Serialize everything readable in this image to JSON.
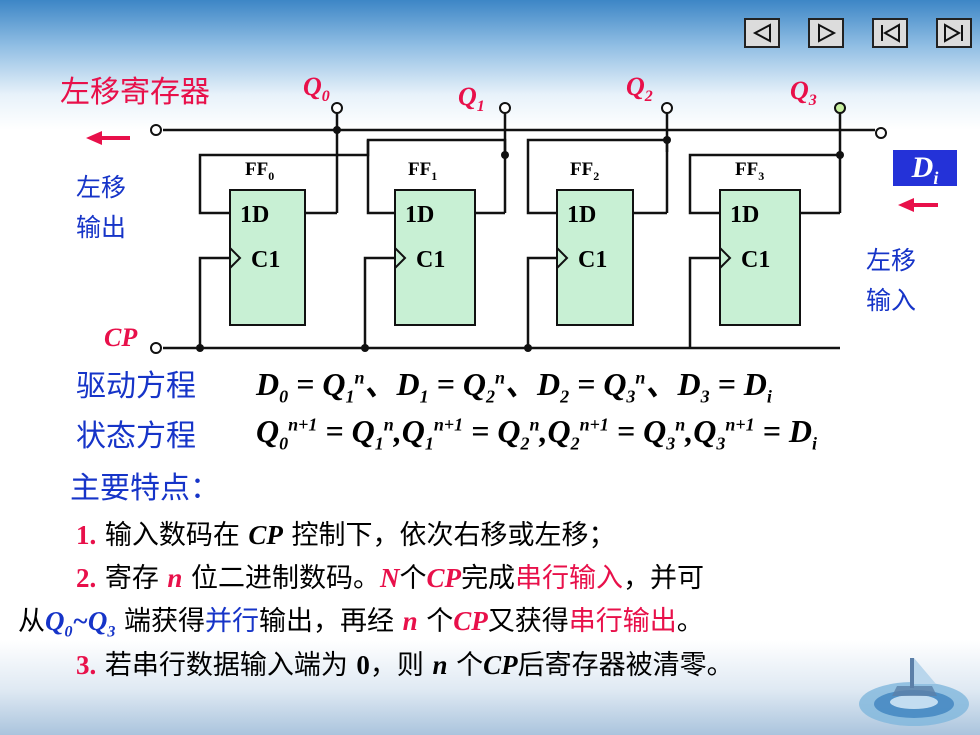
{
  "nav": {
    "prev_icon": "prev-triangle-icon",
    "next_icon": "next-triangle-icon",
    "first_icon": "first-page-icon",
    "last_icon": "last-page-icon"
  },
  "diagram": {
    "title": "左移寄存器",
    "outputs": [
      "Q",
      "Q",
      "Q",
      "Q"
    ],
    "output_subs": [
      "0",
      "1",
      "2",
      "3"
    ],
    "ff_labels": [
      "FF",
      "FF",
      "FF",
      "FF"
    ],
    "ff_subs": [
      "0",
      "1",
      "2",
      "3"
    ],
    "d_label": "1D",
    "c_label": "C1",
    "left_out_1": "左移",
    "left_out_2": "输出",
    "right_in_1": "左移",
    "right_in_2": "输入",
    "di": "D",
    "di_sub": "i",
    "cp": "CP"
  },
  "equations": {
    "drive_label": "驱动方程",
    "state_label": "状态方程"
  },
  "features": {
    "heading": "主要特点：",
    "l1_num": "1.",
    "l1_a": " 输入数码在 ",
    "l1_cp": "CP",
    "l1_b": " 控制下，依次右移或左移；",
    "l2_num": "2.",
    "l2_a": " 寄存 ",
    "l2_n": "n",
    "l2_b": " 位二进制数码。",
    "l2_N": "N",
    "l2_c": "个",
    "l2_cp": "CP",
    "l2_d": "完成",
    "l2_serial_in": "串行输入",
    "l2_e": "，并可",
    "l3_a": "从",
    "l3_q0": "Q",
    "l3_q0s": "0",
    "l3_tilde": "~",
    "l3_q3": "Q",
    "l3_q3s": "3",
    "l3_b": " 端获得",
    "l3_parallel": "并行",
    "l3_c": "输出，再经 ",
    "l3_n": "n",
    "l3_d": " 个",
    "l3_cp": "CP",
    "l3_e": "又获得",
    "l3_serial_out": "串行输出",
    "l3_f": "。",
    "l4_num": "3.",
    "l4_a": " 若串行数据输入端为 ",
    "l4_zero": "0",
    "l4_b": "，则 ",
    "l4_n": "n",
    "l4_c": " 个",
    "l4_cp": "CP",
    "l4_d": "后寄存器被清零。"
  }
}
